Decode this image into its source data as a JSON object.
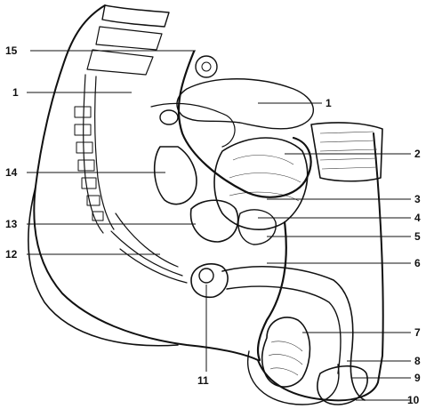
{
  "figure": {
    "labels": [
      "15",
      "1",
      "1",
      "2",
      "14",
      "3",
      "4",
      "13",
      "5",
      "12",
      "6",
      "7",
      "11",
      "8",
      "9",
      "10"
    ]
  }
}
